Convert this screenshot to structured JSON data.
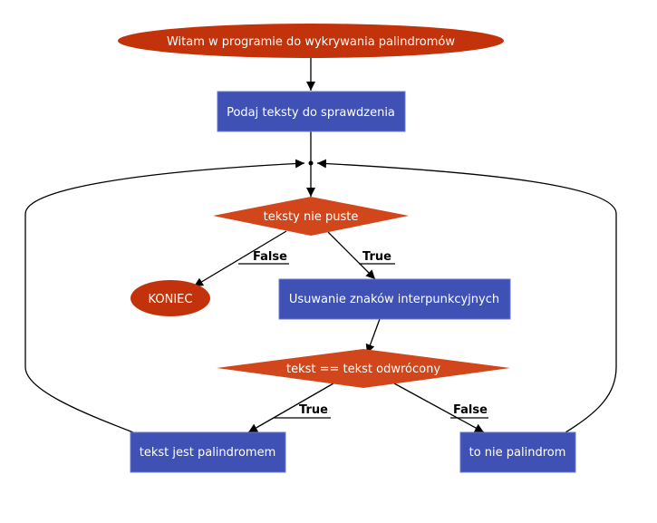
{
  "colors": {
    "terminal": "#c2330b",
    "decision": "#d2461c",
    "process": "#3f51b5",
    "process_border": "#6b78cc",
    "edge": "#000000",
    "node_text": "#ffffff"
  },
  "nodes": {
    "start": {
      "label": "Witam w programie do wykrywania palindromów",
      "shape": "ellipse"
    },
    "input": {
      "label": "Podaj teksty do sprawdzenia",
      "shape": "rectangle"
    },
    "check_empty": {
      "label": "teksty nie puste",
      "shape": "diamond"
    },
    "end": {
      "label": "KONIEC",
      "shape": "ellipse"
    },
    "strip_punct": {
      "label": "Usuwanie znaków interpunkcyjnych",
      "shape": "rectangle"
    },
    "check_palindrome": {
      "label": "tekst == tekst odwrócony",
      "shape": "diamond"
    },
    "is_palindrome": {
      "label": "tekst jest palindromem",
      "shape": "rectangle"
    },
    "not_palindrome": {
      "label": "to nie palindrom",
      "shape": "rectangle"
    }
  },
  "edges": {
    "empty_false": {
      "from": "check_empty",
      "to": "end",
      "label": "False"
    },
    "empty_true": {
      "from": "check_empty",
      "to": "strip_punct",
      "label": "True"
    },
    "pal_true": {
      "from": "check_palindrome",
      "to": "is_palindrome",
      "label": "True"
    },
    "pal_false": {
      "from": "check_palindrome",
      "to": "not_palindrome",
      "label": "False"
    }
  }
}
